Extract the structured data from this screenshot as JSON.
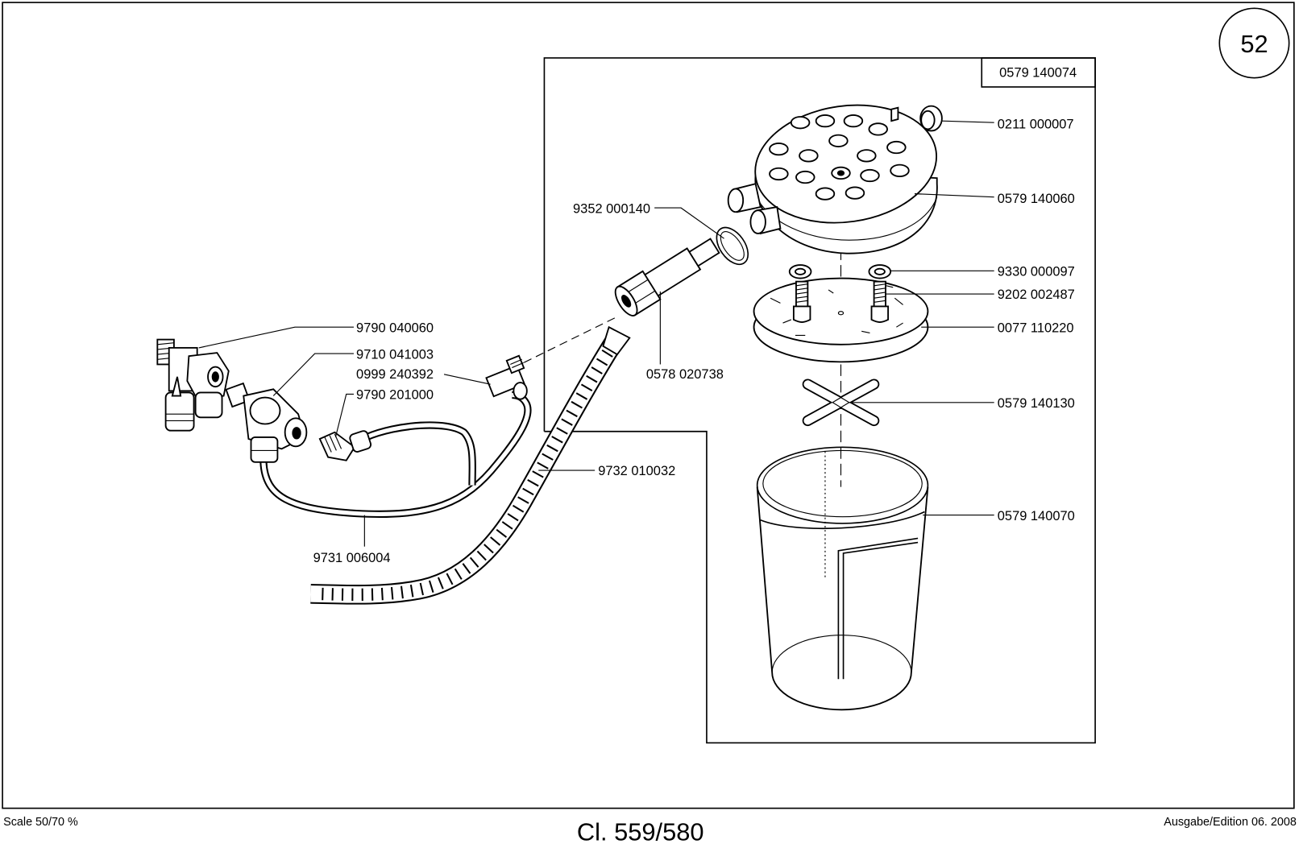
{
  "page_number": "52",
  "assembly_number": "0579 140074",
  "part_labels": [
    "0211 000007",
    "0579 140060",
    "9352 000140",
    "9330 000097",
    "9202 002487",
    "0077 110220",
    "0578 020738",
    "0579 140130",
    "0579 140070",
    "9732 010032",
    "9790 040060",
    "9710 041003",
    "0999 240392",
    "9790 201000",
    "9731 006004"
  ],
  "footer": {
    "scale": "Scale 50/70 %",
    "class": "Cl. 559/580",
    "edition": "Ausgabe/Edition 06. 2008"
  }
}
